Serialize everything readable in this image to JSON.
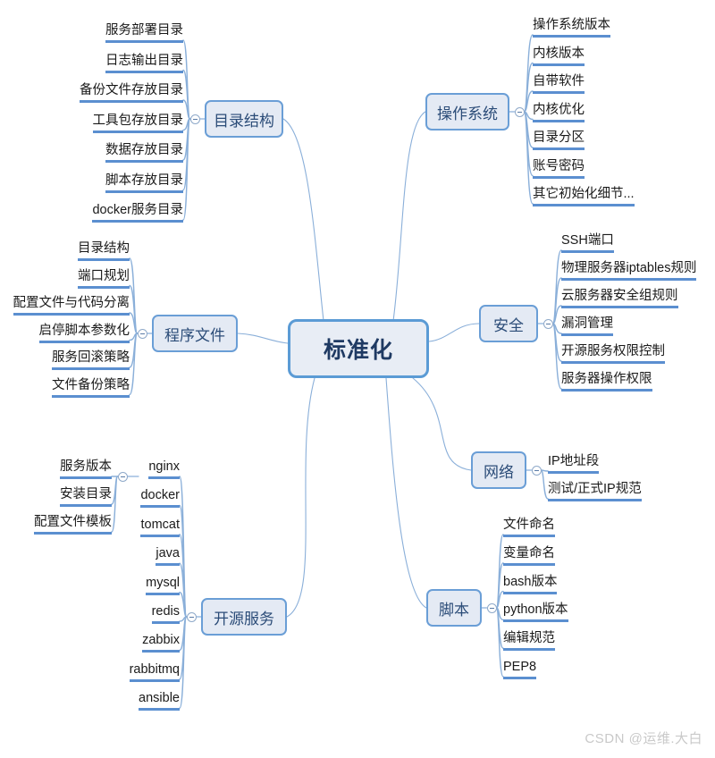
{
  "root": {
    "label": "标准化"
  },
  "watermark": {
    "text": "CSDN @运维.大白"
  },
  "colors": {
    "branch_border": "#6a9ed6",
    "branch_fill": "#e4eaf4",
    "root_border": "#5b9bd5",
    "root_fill": "#e8edf5",
    "leaf_underline": "#5b8fd0",
    "connector": "#8aafd9",
    "watermark": "#c9c9c9"
  },
  "branches": [
    {
      "id": "directory-structure",
      "label": "目录结构",
      "side": "left",
      "children": [
        {
          "label": "服务部署目录"
        },
        {
          "label": "日志输出目录"
        },
        {
          "label": "备份文件存放目录"
        },
        {
          "label": "工具包存放目录"
        },
        {
          "label": "数据存放目录"
        },
        {
          "label": "脚本存放目录"
        },
        {
          "label": "docker服务目录"
        }
      ]
    },
    {
      "id": "operating-system",
      "label": "操作系统",
      "side": "right",
      "children": [
        {
          "label": "操作系统版本"
        },
        {
          "label": "内核版本"
        },
        {
          "label": "自带软件"
        },
        {
          "label": "内核优化"
        },
        {
          "label": "目录分区"
        },
        {
          "label": "账号密码"
        },
        {
          "label": "其它初始化细节..."
        }
      ]
    },
    {
      "id": "program-files",
      "label": "程序文件",
      "side": "left",
      "children": [
        {
          "label": "目录结构"
        },
        {
          "label": "端口规划"
        },
        {
          "label": "配置文件与代码分离"
        },
        {
          "label": "启停脚本参数化"
        },
        {
          "label": "服务回滚策略"
        },
        {
          "label": "文件备份策略"
        }
      ]
    },
    {
      "id": "security",
      "label": "安全",
      "side": "right",
      "children": [
        {
          "label": "SSH端口"
        },
        {
          "label": "物理服务器iptables规则"
        },
        {
          "label": "云服务器安全组规则"
        },
        {
          "label": "漏洞管理"
        },
        {
          "label": "开源服务权限控制"
        },
        {
          "label": "服务器操作权限"
        }
      ]
    },
    {
      "id": "network",
      "label": "网络",
      "side": "right",
      "children": [
        {
          "label": "IP地址段"
        },
        {
          "label": "测试/正式IP规范"
        }
      ]
    },
    {
      "id": "open-source-services",
      "label": "开源服务",
      "side": "left",
      "children": [
        {
          "label": "nginx",
          "subchildren": [
            {
              "label": "服务版本"
            },
            {
              "label": "安装目录"
            },
            {
              "label": "配置文件模板"
            }
          ]
        },
        {
          "label": "docker"
        },
        {
          "label": "tomcat"
        },
        {
          "label": "java"
        },
        {
          "label": "mysql"
        },
        {
          "label": "redis"
        },
        {
          "label": "zabbix"
        },
        {
          "label": "rabbitmq"
        },
        {
          "label": "ansible"
        }
      ]
    },
    {
      "id": "scripts",
      "label": "脚本",
      "side": "right",
      "children": [
        {
          "label": "文件命名"
        },
        {
          "label": "变量命名"
        },
        {
          "label": "bash版本"
        },
        {
          "label": "python版本"
        },
        {
          "label": "编辑规范"
        },
        {
          "label": "PEP8"
        }
      ]
    }
  ]
}
